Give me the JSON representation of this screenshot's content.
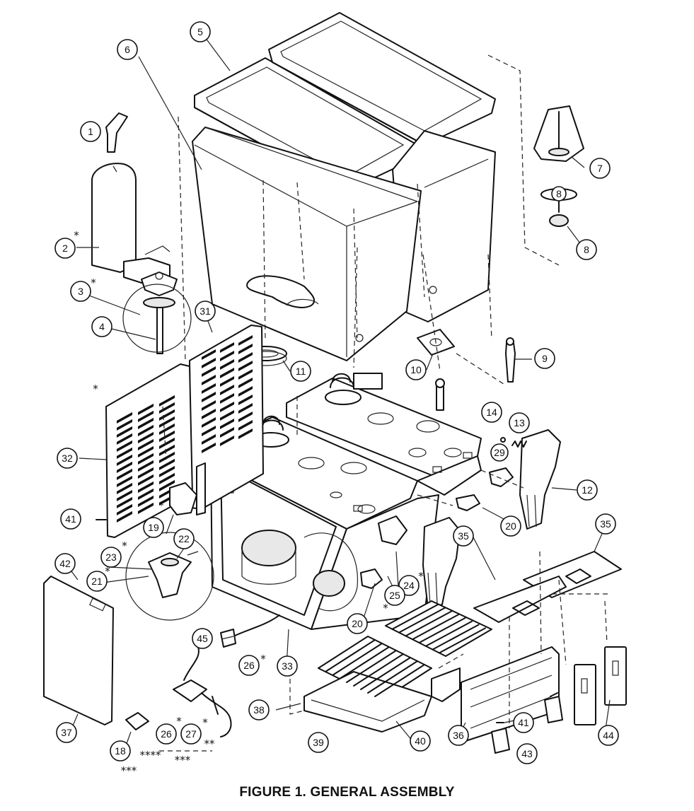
{
  "caption": "FIGURE 1.  GENERAL ASSEMBLY",
  "callouts": [
    "1",
    "2",
    "3",
    "4",
    "5",
    "6",
    "7",
    "8",
    "8",
    "9",
    "10",
    "11",
    "12",
    "13",
    "14",
    "18",
    "19",
    "20",
    "20",
    "21",
    "22",
    "23",
    "24",
    "25",
    "26",
    "26",
    "27",
    "29",
    "31",
    "32",
    "33",
    "35",
    "35",
    "36",
    "37",
    "38",
    "39",
    "40",
    "41",
    "41",
    "42",
    "43",
    "44",
    "45"
  ],
  "marks": [
    "*",
    "*",
    "*",
    "*",
    "*",
    "*",
    "*",
    "*",
    "*",
    "*",
    "*",
    "**",
    "**",
    "**",
    "***",
    "***"
  ]
}
